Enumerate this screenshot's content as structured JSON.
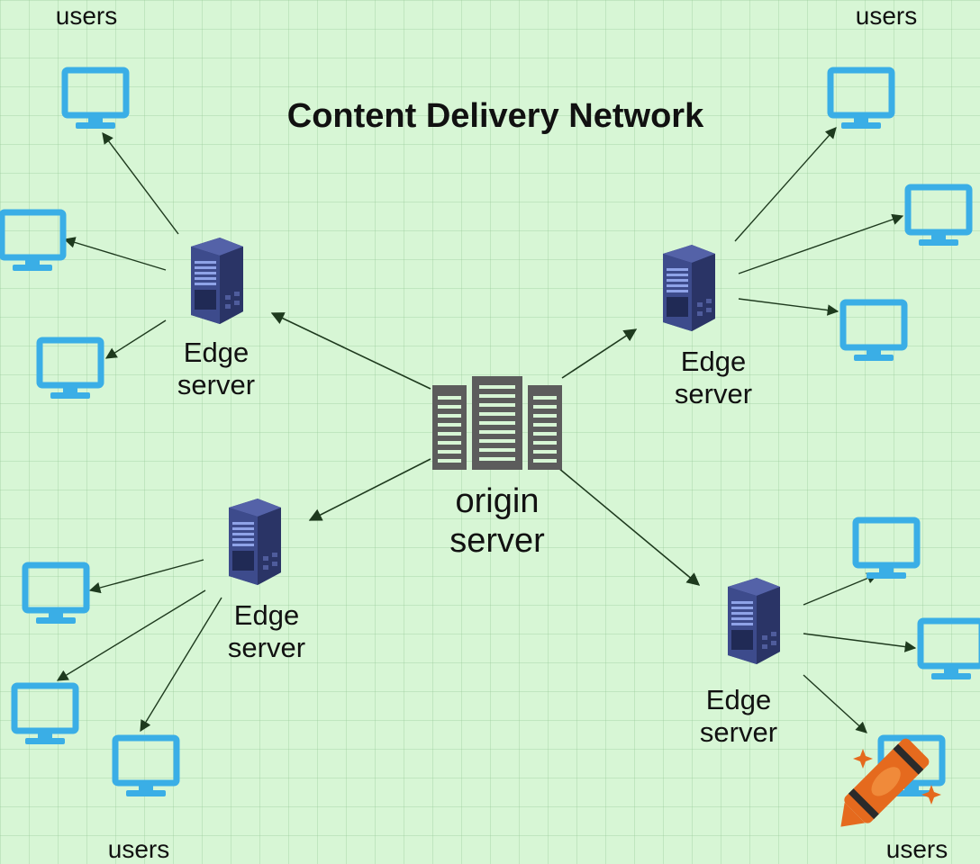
{
  "title": "Content Delivery Network",
  "origin": {
    "label": "origin\nserver"
  },
  "edge_servers": [
    {
      "label": "Edge\nserver"
    },
    {
      "label": "Edge\nserver"
    },
    {
      "label": "Edge\nserver"
    },
    {
      "label": "Edge\nserver"
    }
  ],
  "user_groups": [
    {
      "label": "users"
    },
    {
      "label": "users"
    },
    {
      "label": "users"
    },
    {
      "label": "users"
    }
  ],
  "colors": {
    "background": "#d7f6d5",
    "monitor": "#3aaee6",
    "server_body": "#3d4b8c",
    "origin_icon": "#5c5c5c",
    "arrow": "#2c4a2c"
  }
}
